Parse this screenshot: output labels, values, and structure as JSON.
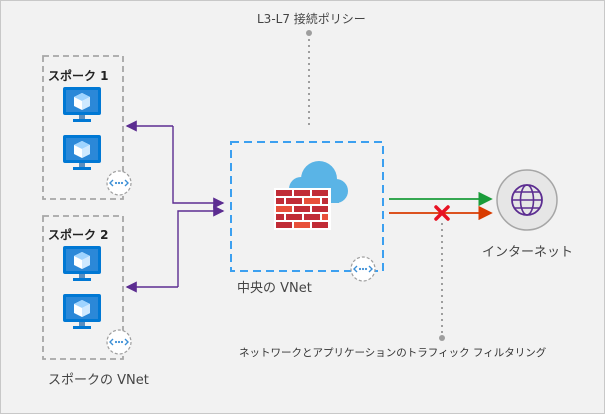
{
  "policy_label": "L3-L7 接続ポリシー",
  "spoke1": {
    "title": "スポーク 1"
  },
  "spoke2": {
    "title": "スポーク 2"
  },
  "hub": {
    "label": "中央の VNet"
  },
  "spokes_label": "スポークの VNet",
  "internet_label": "インターネット",
  "filtering_label": "ネットワークとアプリケーションのトラフィック フィルタリング",
  "colors": {
    "arrow_purple": "#5c2d91",
    "allowed_green": "#1a9c3a",
    "blocked_orange": "#d83b01",
    "blocked_x": "#e81123",
    "dashed_blue": "#3ca0f0",
    "dashed_gray": "#a0a0a0",
    "monitor_blue": "#0078d4",
    "firewall_red": "#c12c36",
    "cloud_blue": "#5ab4e6",
    "globe_purple": "#5c2d91"
  },
  "icons": [
    "vm-monitor-icon",
    "firewall-icon",
    "cloud-icon",
    "globe-icon",
    "vnet-peering-icon",
    "blocked-x-icon"
  ]
}
